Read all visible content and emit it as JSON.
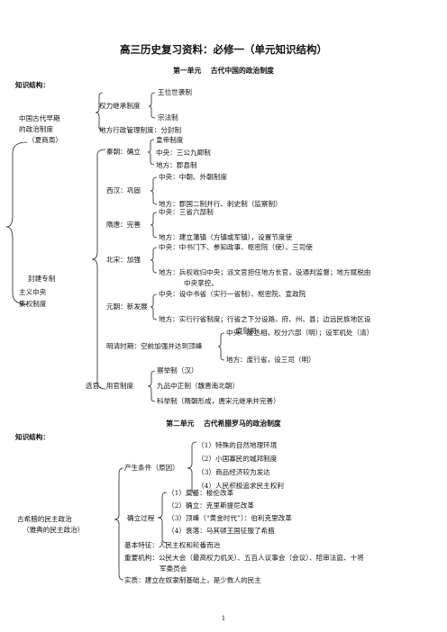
{
  "doc": {
    "title": "高三历史复习资料：必修一（单元知识结构）",
    "unit1_heading": "第一单元　 古代中国的政治制度",
    "unit2_heading": "第二单元　 古代希腊罗马的政治制度",
    "knowledge_label": "知识结构：",
    "page_number": "1"
  },
  "unit1": {
    "early_a": "中国古代早期",
    "early_b": "的政治制度",
    "early_c": "（夏商周）",
    "succession": "权力继承制度",
    "wangwei": "王位世袭制",
    "zongfa": "宗法制",
    "difang": "地方行政管理制度：分封制",
    "feudal_a": "封建专制",
    "feudal_b": "主义中央",
    "feudal_c": "集权制度",
    "qin": "秦朝：确立",
    "qin_huangdi": "皇帝制度",
    "qin_zhongyang": "中央：三公九卿制",
    "qin_difang": "地方：郡县制",
    "xihan": "西汉：巩固",
    "xihan_zhongyang": "中央：中朝、外朝制度",
    "xihan_difang": "地方：郡国二制并行、刺史制（监察制）",
    "suitang": "隋唐：完善",
    "suitang_zhongyang": "中央：三省六部制",
    "suitang_difang": "地方：建立藩镇（方镇或军镇），设置节度使",
    "beisong": "北宋：加强",
    "beisong_zhongyang": "中央：中书门下、参知政事、枢密院（使）、三司使",
    "beisong_difang_a": "地方：兵权收归中央；派文官担任地方长官，设通判监督；地方赋税由",
    "beisong_difang_b": "中央掌控。",
    "yuan": "元朝：新发展",
    "yuan_zhongyang": "中央：设中书省（实行一省制）、枢密院、宣政院",
    "yuan_difang_a": "地方：实行行省制度；行省之下分设路、府、州、县；边远民族地区设",
    "yuan_difang_b": "宣慰司",
    "mingqing": "明清时期：空前加强并达到顶峰",
    "mingqing_zhongyang": "中央：废丞相，权分六部（明）；设军机处（清）",
    "mingqing_difang": "地方：废行省，设三司（明）",
    "xuanguan": "选官、用官制度",
    "chaju": "察举制（汉）",
    "jiupin": "九品中正制（魏晋南北朝）",
    "keju": "科举制（隋朝形成，唐宋元继承并完善）"
  },
  "unit2": {
    "root_a": "古希腊的民主政治",
    "root_b": "（雅典的民主政治）",
    "chansheng": "产生条件（原因）",
    "c1": "（1）特殊的自然地理环境",
    "c2": "（2）小国寡民的城邦制度",
    "c3": "（3）商品经济较为发达",
    "c4": "（4）人民积极追求民主权利",
    "queli": "确立过程",
    "p1": "（1）奠基：梭伦改革",
    "p2": "（2）确立：克里斯提尼改革",
    "p3": "（3）顶峰（“黄金时代”）：伯利克里改革",
    "p4": "（4）衰落：马其顿王国征服了希腊",
    "tezheng": "基本特征：人民主权和轮番而治",
    "jigou_a": "重要机构：公民大会（最高权力机关）、五百人议事会（会议）、陪审法庭、十将",
    "jigou_b": "军委员会",
    "shizhi": "实质：建立在奴隶制基础上，是少数人的民主"
  }
}
